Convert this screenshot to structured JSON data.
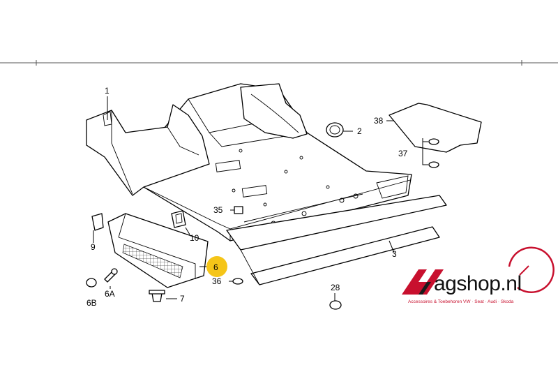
{
  "callouts": {
    "c1": "1",
    "c2": "2",
    "c3": "3",
    "c6": "6",
    "c6a": "6A",
    "c6b": "6B",
    "c7": "7",
    "c9": "9",
    "c10": "10",
    "c28": "28",
    "c35": "35",
    "c36": "36",
    "c37": "37",
    "c38": "38"
  },
  "highlight": {
    "callout": "6",
    "color": "#f5c518"
  },
  "logo": {
    "letter_mark": "V",
    "wordmark": "agshop.nl",
    "tagline": "Accessoires & Toebehoren VW · Seat · Audi · Skoda",
    "colors": {
      "red": "#c8102e",
      "dark": "#1a1a1a"
    }
  }
}
